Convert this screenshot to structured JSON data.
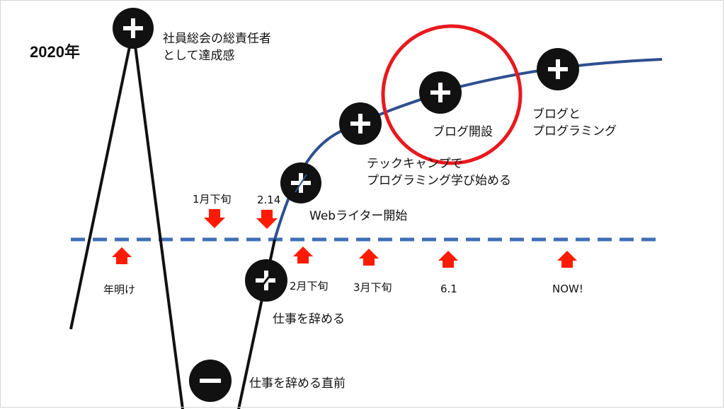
{
  "year_label": "2020年",
  "colors": {
    "dashed_baseline": "#3f6fb5",
    "curve": "#2f4f8f",
    "arrow": "#ff1a00",
    "highlight_circle": "#e8191e",
    "badge": "#111111",
    "badge_symbol": "#ffffff"
  },
  "events": {
    "shain_sokai": "社員総会の総責任者\nとして達成感",
    "quit_job": "仕事を辞める",
    "before_quit": "仕事を辞める直前",
    "web_writer": "Webライター開始",
    "techcamp": "テックキャンプで\nプログラミング学び始める",
    "blog_open": "ブログ開設",
    "blog_programming": "ブログと\nプログラミング"
  },
  "markers": {
    "jan_late": "1月下旬",
    "feb14": "2.14",
    "new_year": "年明け",
    "feb_late": "2月下旬",
    "mar_late": "3月下旬",
    "jun1": "6.1",
    "now": "NOW!"
  },
  "badges": [
    {
      "name": "shain-sokai-badge",
      "symbol": "+"
    },
    {
      "name": "before-quit-badge",
      "symbol": "−"
    },
    {
      "name": "quit-job-badge",
      "symbol": "+/−"
    },
    {
      "name": "web-writer-badge",
      "symbol": "+"
    },
    {
      "name": "techcamp-badge",
      "symbol": "+"
    },
    {
      "name": "blog-open-badge",
      "symbol": "+"
    },
    {
      "name": "now-badge",
      "symbol": "+"
    }
  ]
}
